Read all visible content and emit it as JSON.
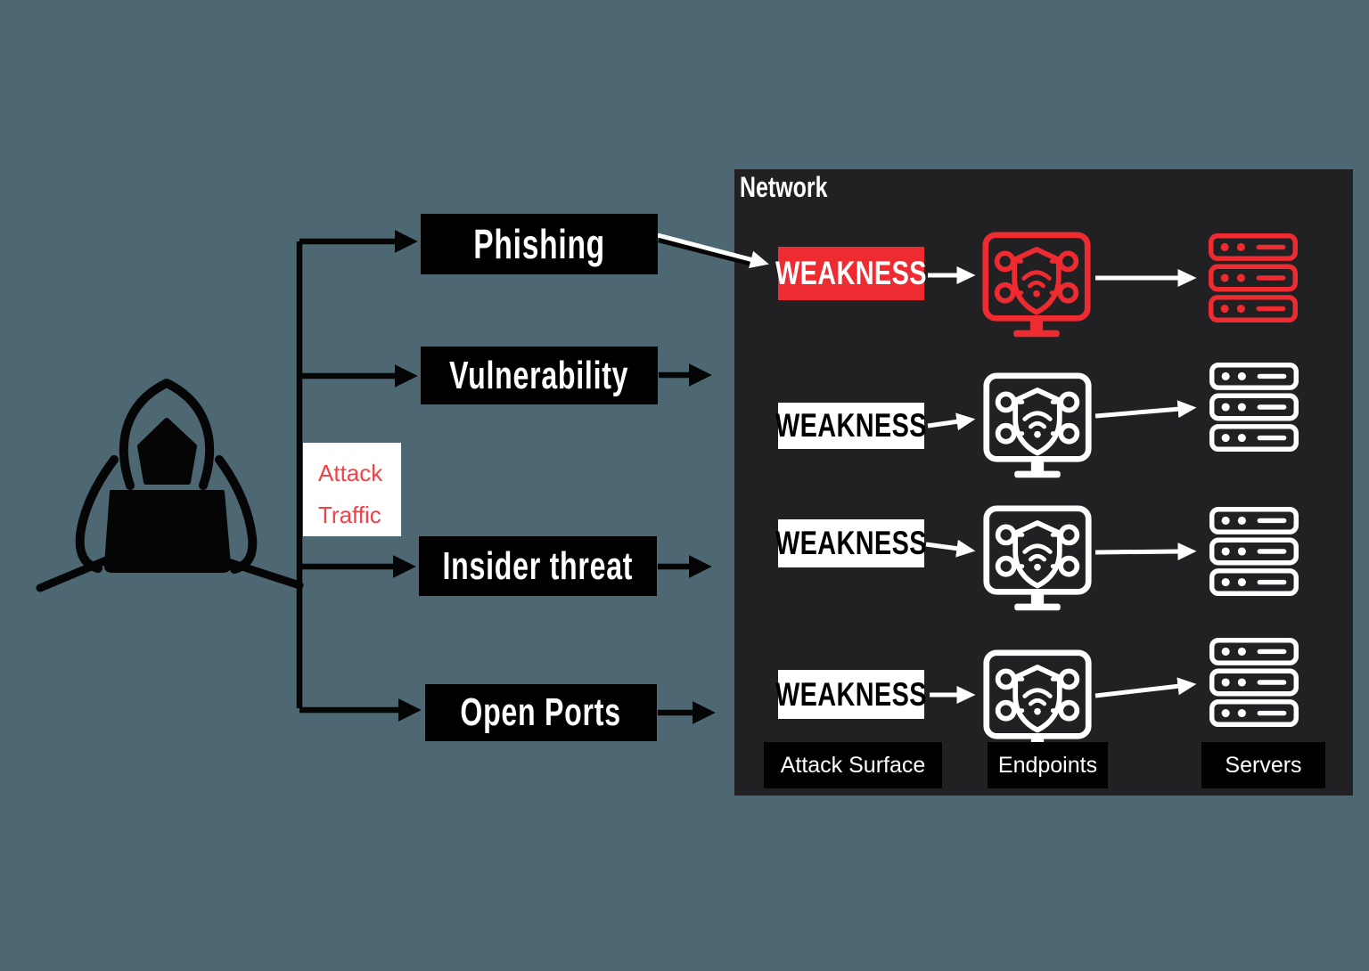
{
  "colors": {
    "background": "#4D6872",
    "panel": "#212124",
    "red": "#EE2B30",
    "box_black": "#000000",
    "text_white": "#FFFFFF",
    "attack_traffic_red": "#EE4348",
    "line_black": "#050505"
  },
  "attacker": {
    "icon": "hacker-at-laptop",
    "traffic_label_line1": "Attack",
    "traffic_label_line2": "Traffic"
  },
  "attack_vectors": [
    {
      "label": "Phishing",
      "highlighted": true
    },
    {
      "label": "Vulnerability",
      "highlighted": false
    },
    {
      "label": "Insider threat",
      "highlighted": false
    },
    {
      "label": "Open Ports",
      "highlighted": false
    }
  ],
  "network": {
    "title": "Network",
    "rows": [
      {
        "weakness_label": "WEAKNESS",
        "state": "compromised",
        "color": "#EE2B30"
      },
      {
        "weakness_label": "WEAKNESS",
        "state": "normal",
        "color": "#FFFFFF"
      },
      {
        "weakness_label": "WEAKNESS",
        "state": "normal",
        "color": "#FFFFFF"
      },
      {
        "weakness_label": "WEAKNESS",
        "state": "normal",
        "color": "#FFFFFF"
      }
    ],
    "columns": [
      {
        "label": "Attack Surface"
      },
      {
        "label": "Endpoints"
      },
      {
        "label": "Servers"
      }
    ]
  }
}
